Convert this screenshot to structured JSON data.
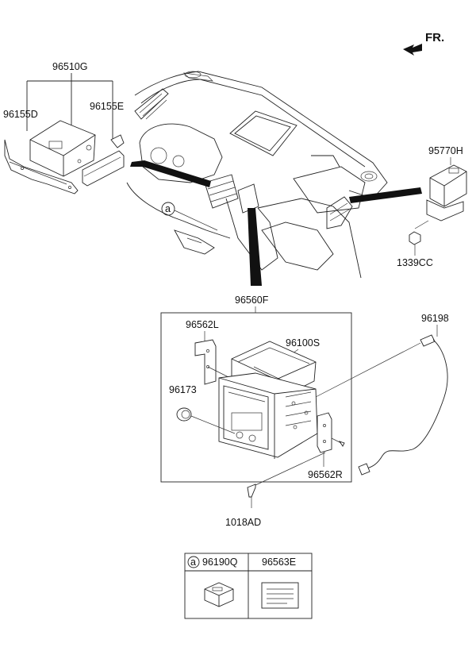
{
  "direction_label": "FR.",
  "callout_letter": "a",
  "labels": {
    "p96510G": "96510G",
    "p96155D": "96155D",
    "p96155E": "96155E",
    "p95770H": "95770H",
    "p1339CC": "1339CC",
    "p96560F": "96560F",
    "p96562L": "96562L",
    "p96100S": "96100S",
    "p96198": "96198",
    "p96173": "96173",
    "p96562R": "96562R",
    "p1018AD": "1018AD"
  },
  "legend_table": {
    "col1": "96190Q",
    "col2": "96563E"
  }
}
